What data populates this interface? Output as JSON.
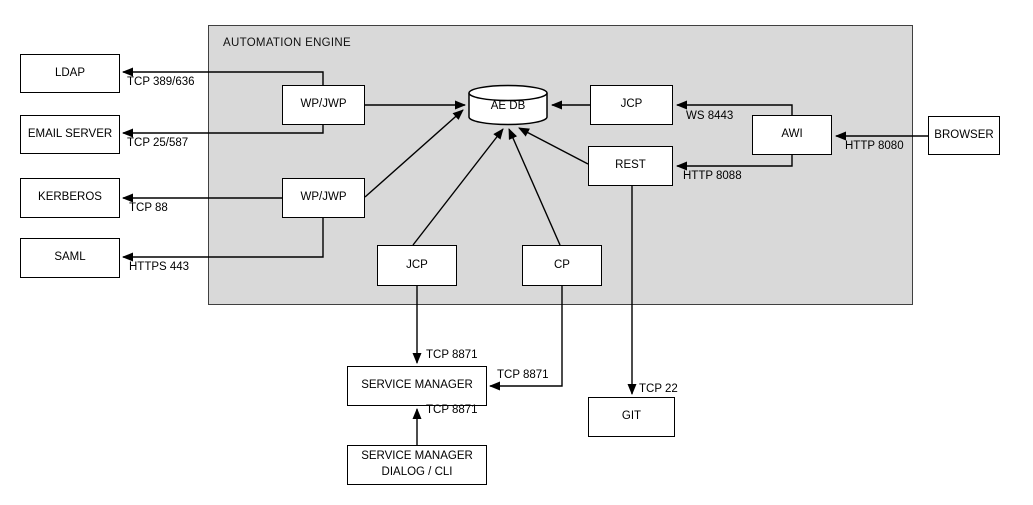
{
  "diagram": {
    "title": "AUTOMATION ENGINE",
    "colors": {
      "container_fill": "#d9d9d9",
      "container_border": "#404040",
      "node_fill": "#ffffff",
      "node_border": "#000000",
      "connector": "#000000"
    },
    "nodes": {
      "ldap": {
        "label": "LDAP"
      },
      "email_server": {
        "label": "EMAIL SERVER"
      },
      "kerberos": {
        "label": "KERBEROS"
      },
      "saml": {
        "label": "SAML"
      },
      "wp_jwp_1": {
        "label": "WP/JWP"
      },
      "wp_jwp_2": {
        "label": "WP/JWP"
      },
      "ae_db": {
        "label": "AE DB"
      },
      "jcp_top": {
        "label": "JCP"
      },
      "rest": {
        "label": "REST"
      },
      "awi": {
        "label": "AWI"
      },
      "browser": {
        "label": "BROWSER"
      },
      "jcp_bottom": {
        "label": "JCP"
      },
      "cp": {
        "label": "CP"
      },
      "service_manager": {
        "label": "SERVICE MANAGER"
      },
      "service_manager_dialog": {
        "line1": "SERVICE MANAGER",
        "line2": "DIALOG / CLI"
      },
      "git": {
        "label": "GIT"
      }
    },
    "edge_labels": {
      "ldap_port": "TCP 389/636",
      "email_port": "TCP 25/587",
      "kerberos_port": "TCP 88",
      "saml_port": "HTTPS 443",
      "ws_port": "WS 8443",
      "rest_port": "HTTP 8088",
      "browser_port": "HTTP 8080",
      "jcp_sm_port": "TCP 8871",
      "cp_sm_port": "TCP 8871",
      "dialog_sm_port": "TCP 8871",
      "git_port": "TCP 22"
    }
  }
}
